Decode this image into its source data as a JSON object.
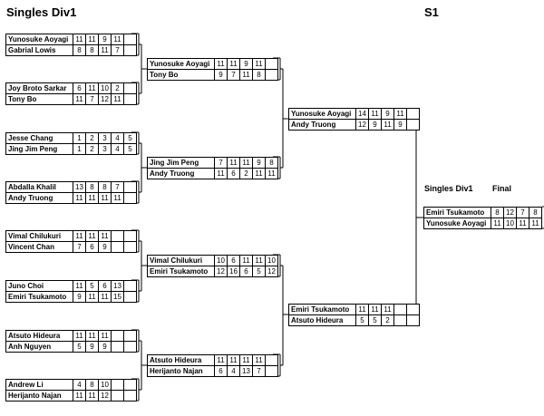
{
  "header": {
    "title": "Singles Div1",
    "stage": "S1"
  },
  "final_block": {
    "label": "Singles Div1",
    "final_label": "Final"
  },
  "rounds": {
    "r1": [
      {
        "p1": "Yunosuke Aoyagi",
        "s1": [
          "11",
          "11",
          "9",
          "11",
          ""
        ],
        "p2": "Gabrial Lowis",
        "s2": [
          "8",
          "8",
          "11",
          "7",
          ""
        ]
      },
      {
        "p1": "Joy Broto Sarkar",
        "s1": [
          "6",
          "11",
          "10",
          "2",
          ""
        ],
        "p2": "Tony Bo",
        "s2": [
          "11",
          "7",
          "12",
          "11",
          ""
        ]
      },
      {
        "p1": "Jesse Chang",
        "s1": [
          "1",
          "2",
          "3",
          "4",
          "5"
        ],
        "p2": "Jing Jim Peng",
        "s2": [
          "1",
          "2",
          "3",
          "4",
          "5"
        ]
      },
      {
        "p1": "Abdalla Khalil",
        "s1": [
          "13",
          "8",
          "8",
          "7",
          ""
        ],
        "p2": "Andy Truong",
        "s2": [
          "11",
          "11",
          "11",
          "11",
          ""
        ]
      },
      {
        "p1": "Vimal Chilukuri",
        "s1": [
          "11",
          "11",
          "11",
          "",
          ""
        ],
        "p2": "Vincent Chan",
        "s2": [
          "7",
          "6",
          "9",
          "",
          ""
        ]
      },
      {
        "p1": "Juno Choi",
        "s1": [
          "11",
          "5",
          "6",
          "13",
          ""
        ],
        "p2": "Emiri Tsukamoto",
        "s2": [
          "9",
          "11",
          "11",
          "15",
          ""
        ]
      },
      {
        "p1": "Atsuto Hideura",
        "s1": [
          "11",
          "11",
          "11",
          "",
          ""
        ],
        "p2": "Anh Nguyen",
        "s2": [
          "5",
          "9",
          "9",
          "",
          ""
        ]
      },
      {
        "p1": "Andrew Li",
        "s1": [
          "4",
          "8",
          "10",
          "",
          ""
        ],
        "p2": "Herijanto Najan",
        "s2": [
          "11",
          "11",
          "12",
          "",
          ""
        ]
      }
    ],
    "r2": [
      {
        "p1": "Yunosuke Aoyagi",
        "s1": [
          "11",
          "11",
          "9",
          "11",
          ""
        ],
        "p2": "Tony Bo",
        "s2": [
          "9",
          "7",
          "11",
          "8",
          ""
        ]
      },
      {
        "p1": "Jing Jim Peng",
        "s1": [
          "7",
          "11",
          "11",
          "9",
          "8"
        ],
        "p2": "Andy Truong",
        "s2": [
          "11",
          "6",
          "2",
          "11",
          "11"
        ]
      },
      {
        "p1": "Vimal Chilukuri",
        "s1": [
          "10",
          "6",
          "11",
          "11",
          "10"
        ],
        "p2": "Emiri Tsukamoto",
        "s2": [
          "12",
          "16",
          "6",
          "5",
          "12"
        ]
      },
      {
        "p1": "Atsuto Hideura",
        "s1": [
          "11",
          "11",
          "11",
          "11",
          ""
        ],
        "p2": "Herijanto Najan",
        "s2": [
          "6",
          "4",
          "13",
          "7",
          ""
        ]
      }
    ],
    "r3": [
      {
        "p1": "Yunosuke Aoyagi",
        "s1": [
          "14",
          "11",
          "9",
          "11",
          ""
        ],
        "p2": "Andy Truong",
        "s2": [
          "12",
          "9",
          "11",
          "9",
          ""
        ]
      },
      {
        "p1": "Emiri Tsukamoto",
        "s1": [
          "11",
          "11",
          "11",
          "",
          ""
        ],
        "p2": "Atsuto Hideura",
        "s2": [
          "5",
          "5",
          "2",
          "",
          ""
        ]
      }
    ],
    "final": [
      {
        "p1": "Emiri Tsukamoto",
        "s1": [
          "8",
          "12",
          "7",
          "8"
        ],
        "p2": "Yunosuke Aoyagi",
        "s2": [
          "11",
          "10",
          "11",
          "11"
        ]
      }
    ]
  }
}
